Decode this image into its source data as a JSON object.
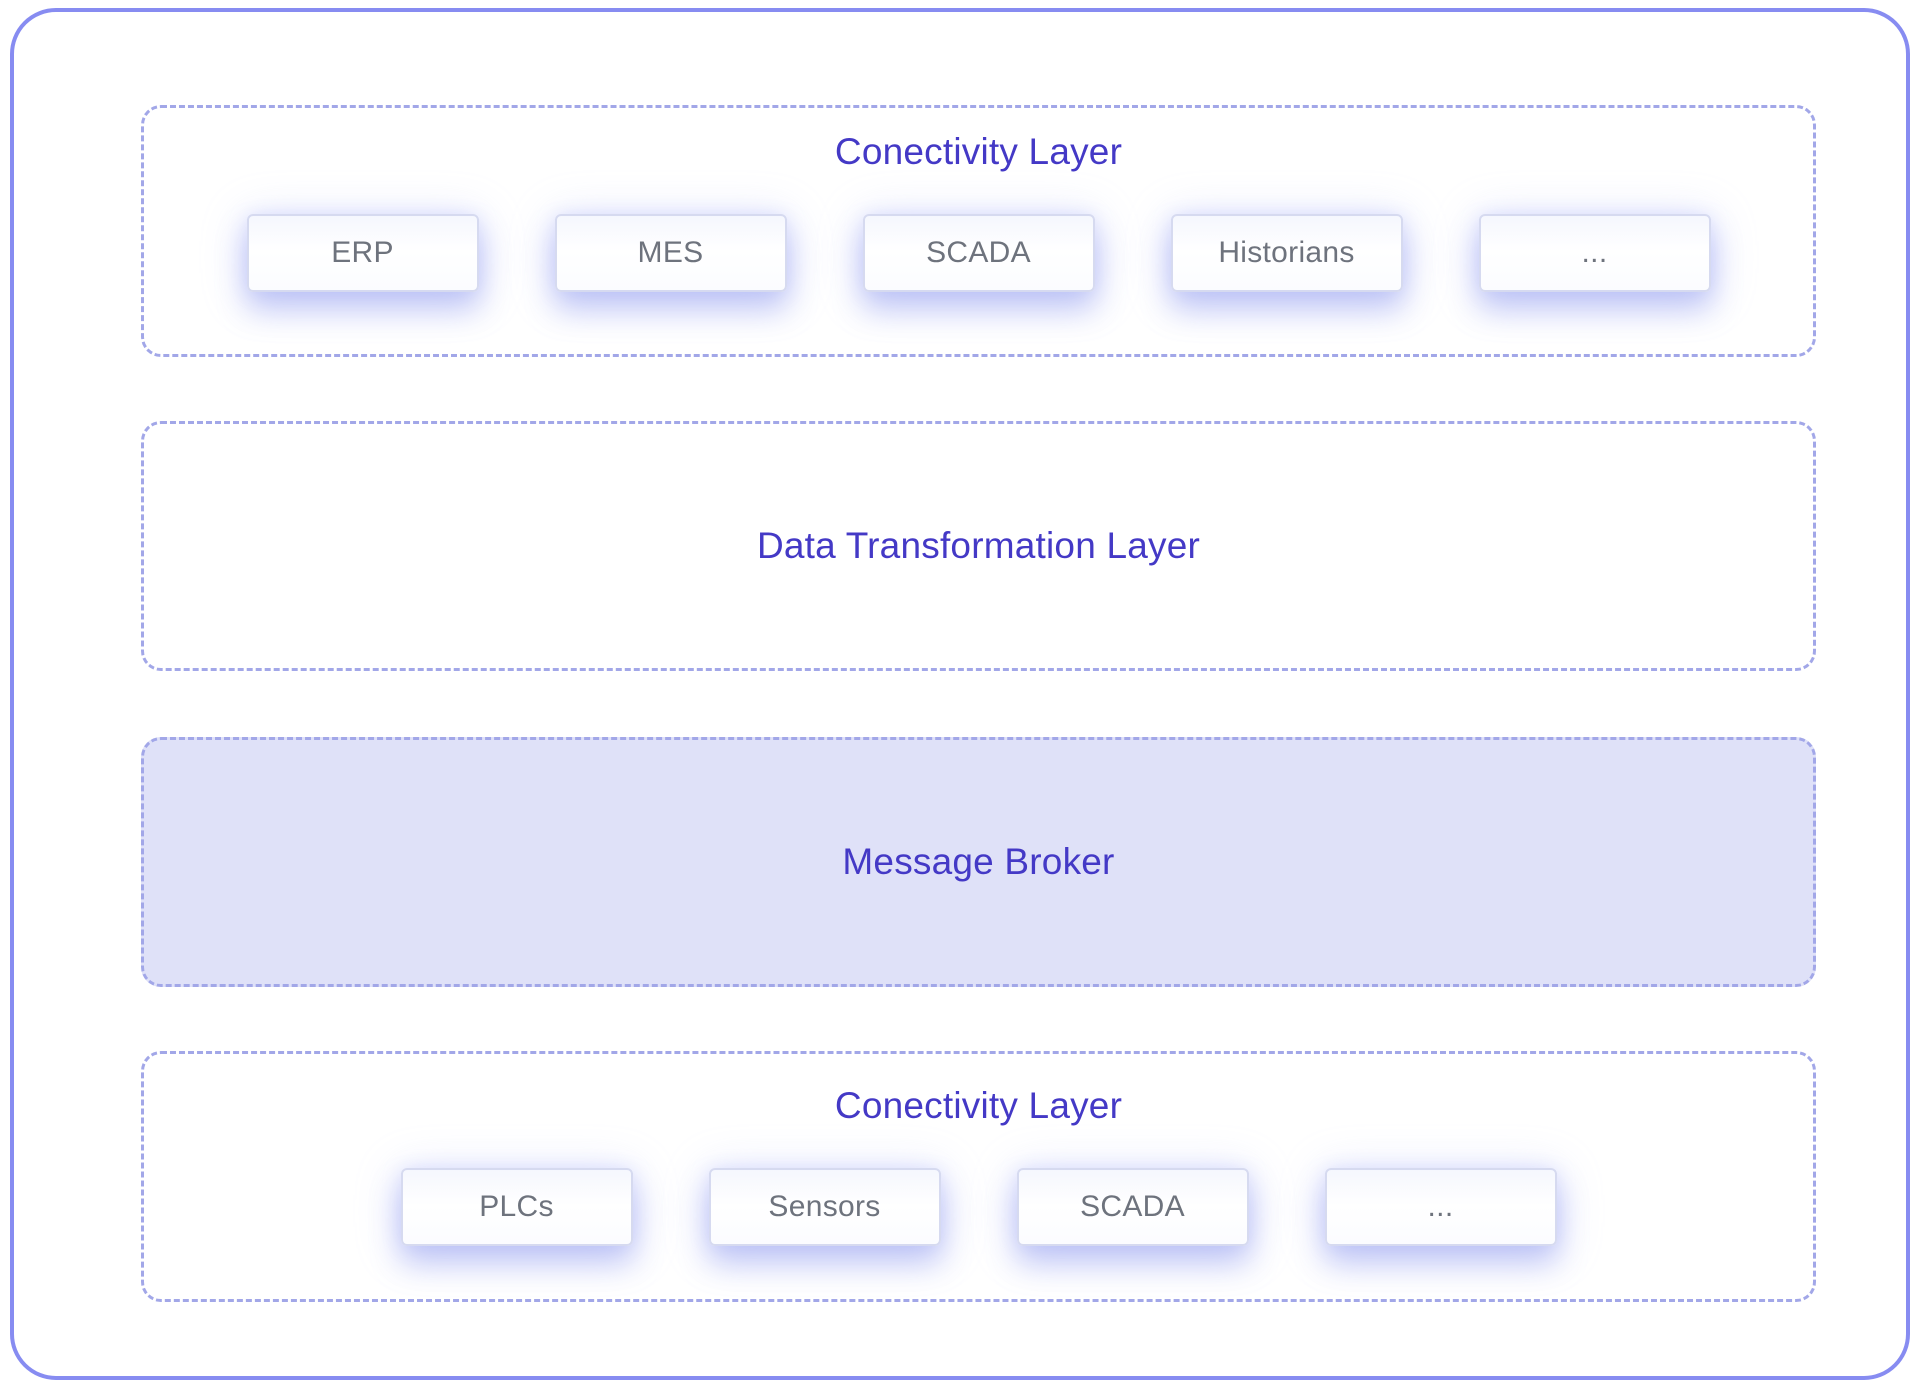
{
  "colors": {
    "outer_border": "#878cf1",
    "dashed_border": "#a2a7e8",
    "title_text": "#4439c6",
    "box_text": "#6e737d",
    "box_border": "#d6daf0",
    "broker_fill": "#dfe1f8",
    "page_bg": "#ffffff"
  },
  "sections": [
    {
      "id": "connectivity-top",
      "title": "Conectivity Layer",
      "variant": "outline",
      "boxes": [
        "ERP",
        "MES",
        "SCADA",
        "Historians",
        "..."
      ]
    },
    {
      "id": "data-transformation",
      "title": "Data Transformation Layer",
      "variant": "outline",
      "boxes": []
    },
    {
      "id": "message-broker",
      "title": "Message Broker",
      "variant": "filled",
      "boxes": []
    },
    {
      "id": "connectivity-bottom",
      "title": "Conectivity Layer",
      "variant": "outline",
      "boxes": [
        "PLCs",
        "Sensors",
        "SCADA",
        "..."
      ]
    }
  ]
}
